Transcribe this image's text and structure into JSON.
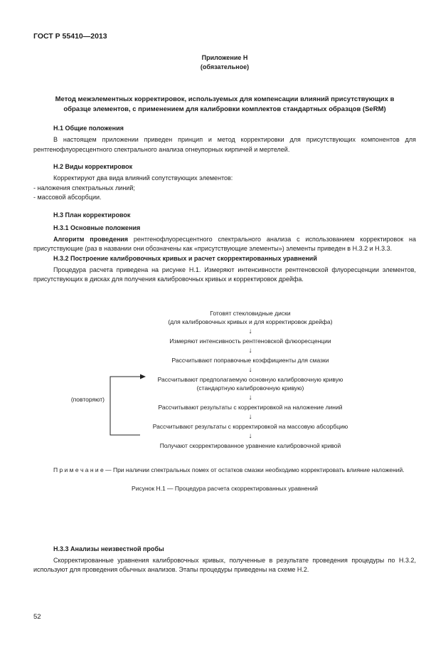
{
  "colors": {
    "ink": "#1c1c1c",
    "background": "#ffffff"
  },
  "header": {
    "doc_id": "ГОСТ Р 55410—2013"
  },
  "appendix": {
    "name": "Приложение Н",
    "kind": "(обязательное)",
    "title": "Метод межэлементных корректировок, используемых для компенсации влияний присутствующих в образце элементов, с применением для калибровки комплектов стандартных образцов (SeRM)"
  },
  "sections": {
    "h1": {
      "heading": "Н.1 Общие положения",
      "body": "В настоящем приложении приведен принцип и метод корректировки для присутствующих компонентов для рентгенофлуоресцентного спектрального анализа огнеупорных кирпичей и мертелей."
    },
    "h2": {
      "heading": "Н.2 Виды корректировок",
      "intro": "Корректируют два вида влияний сопутствующих элементов:",
      "items": [
        "- наложения спектральных линий;",
        "- массовой  абсорбции."
      ]
    },
    "h3": {
      "heading": "Н.3 План корректировок"
    },
    "h31": {
      "heading": "Н.3.1 Основные положения",
      "lead_bold": "Алгоритм проведения",
      "body_rest": " рентгенофлуоресцентного спектрального анализа с использованием корректировок на присутствующие (раз в названии они обозначены как «присутствующие элементы») элементы приведен в Н.3.2 и Н.3.3."
    },
    "h32": {
      "heading": "Н.3.2 Построение калибровочных кривых и расчет скорректированных уравнений",
      "body": "Процедура расчета приведена на рисунке Н.1. Измеряют интенсивности рентгеновской флуоресценции элементов, присутствующих в дисках для получения калибровочных кривых и корректировок дрейфа."
    },
    "h33": {
      "heading": "Н.3.3 Анализы неизвестной пробы",
      "body": "Скорректированные уравнения калибровочных кривых, полученные в результате проведения процедуры по Н.3.2, используют для проведения обычных анализов. Этапы процедуры приведены на схеме Н.2."
    }
  },
  "flowchart": {
    "arrow_glyph": "↓",
    "loop_label": "(повторяют)",
    "steps": [
      {
        "line1": "Готовят стекловидные диски",
        "line2": "(для калибровочных кривых и для корректировок дрейфа)"
      },
      {
        "line1": "Измеряют интенсивность рентгеновской флюоресценции"
      },
      {
        "line1": "Рассчитывают поправочные коэффициенты для смазки"
      },
      {
        "line1": "Рассчитывают предполагаемую основную калибровочную кривую",
        "line2": "(стандартную калибровочную кривую)"
      },
      {
        "line1": "Рассчитывают результаты с корректировкой на наложение линий"
      },
      {
        "line1": "Рассчитывают результаты с корректировкой на массовую абсорбцию"
      },
      {
        "line1": "Получают скорректированное уравнение калибровочной кривой"
      }
    ]
  },
  "note": {
    "label": "П р и м е ч а н и е",
    "text": " — При наличии спектральных помех от остатков смазки необходимо корректировать влияние наложений."
  },
  "figure_caption": "Рисунок Н.1 — Процедура расчета скорректированных уравнений",
  "footer": {
    "page_number": "52"
  }
}
